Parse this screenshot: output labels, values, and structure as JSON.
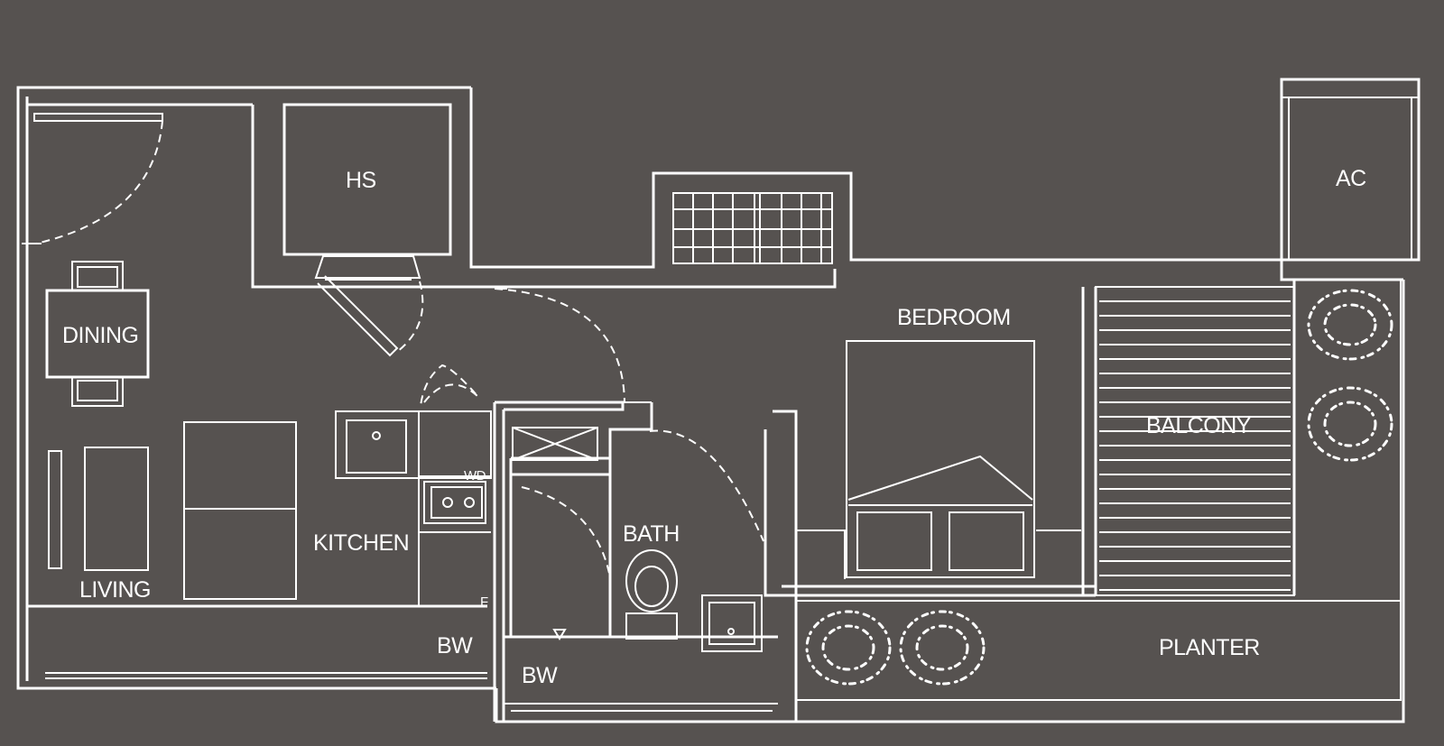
{
  "labels": {
    "hs": "HS",
    "ac": "AC",
    "dining": "DINING",
    "bedroom": "BEDROOM",
    "balcony": "BALCONY",
    "kitchen": "KITCHEN",
    "wd": "WD",
    "bath": "BATH",
    "living": "LIVING",
    "bw_living": "BW",
    "bw_bath": "BW",
    "planter": "PLANTER",
    "f": "F"
  },
  "colors": {
    "background": "#565250",
    "lines": "#ffffff"
  }
}
